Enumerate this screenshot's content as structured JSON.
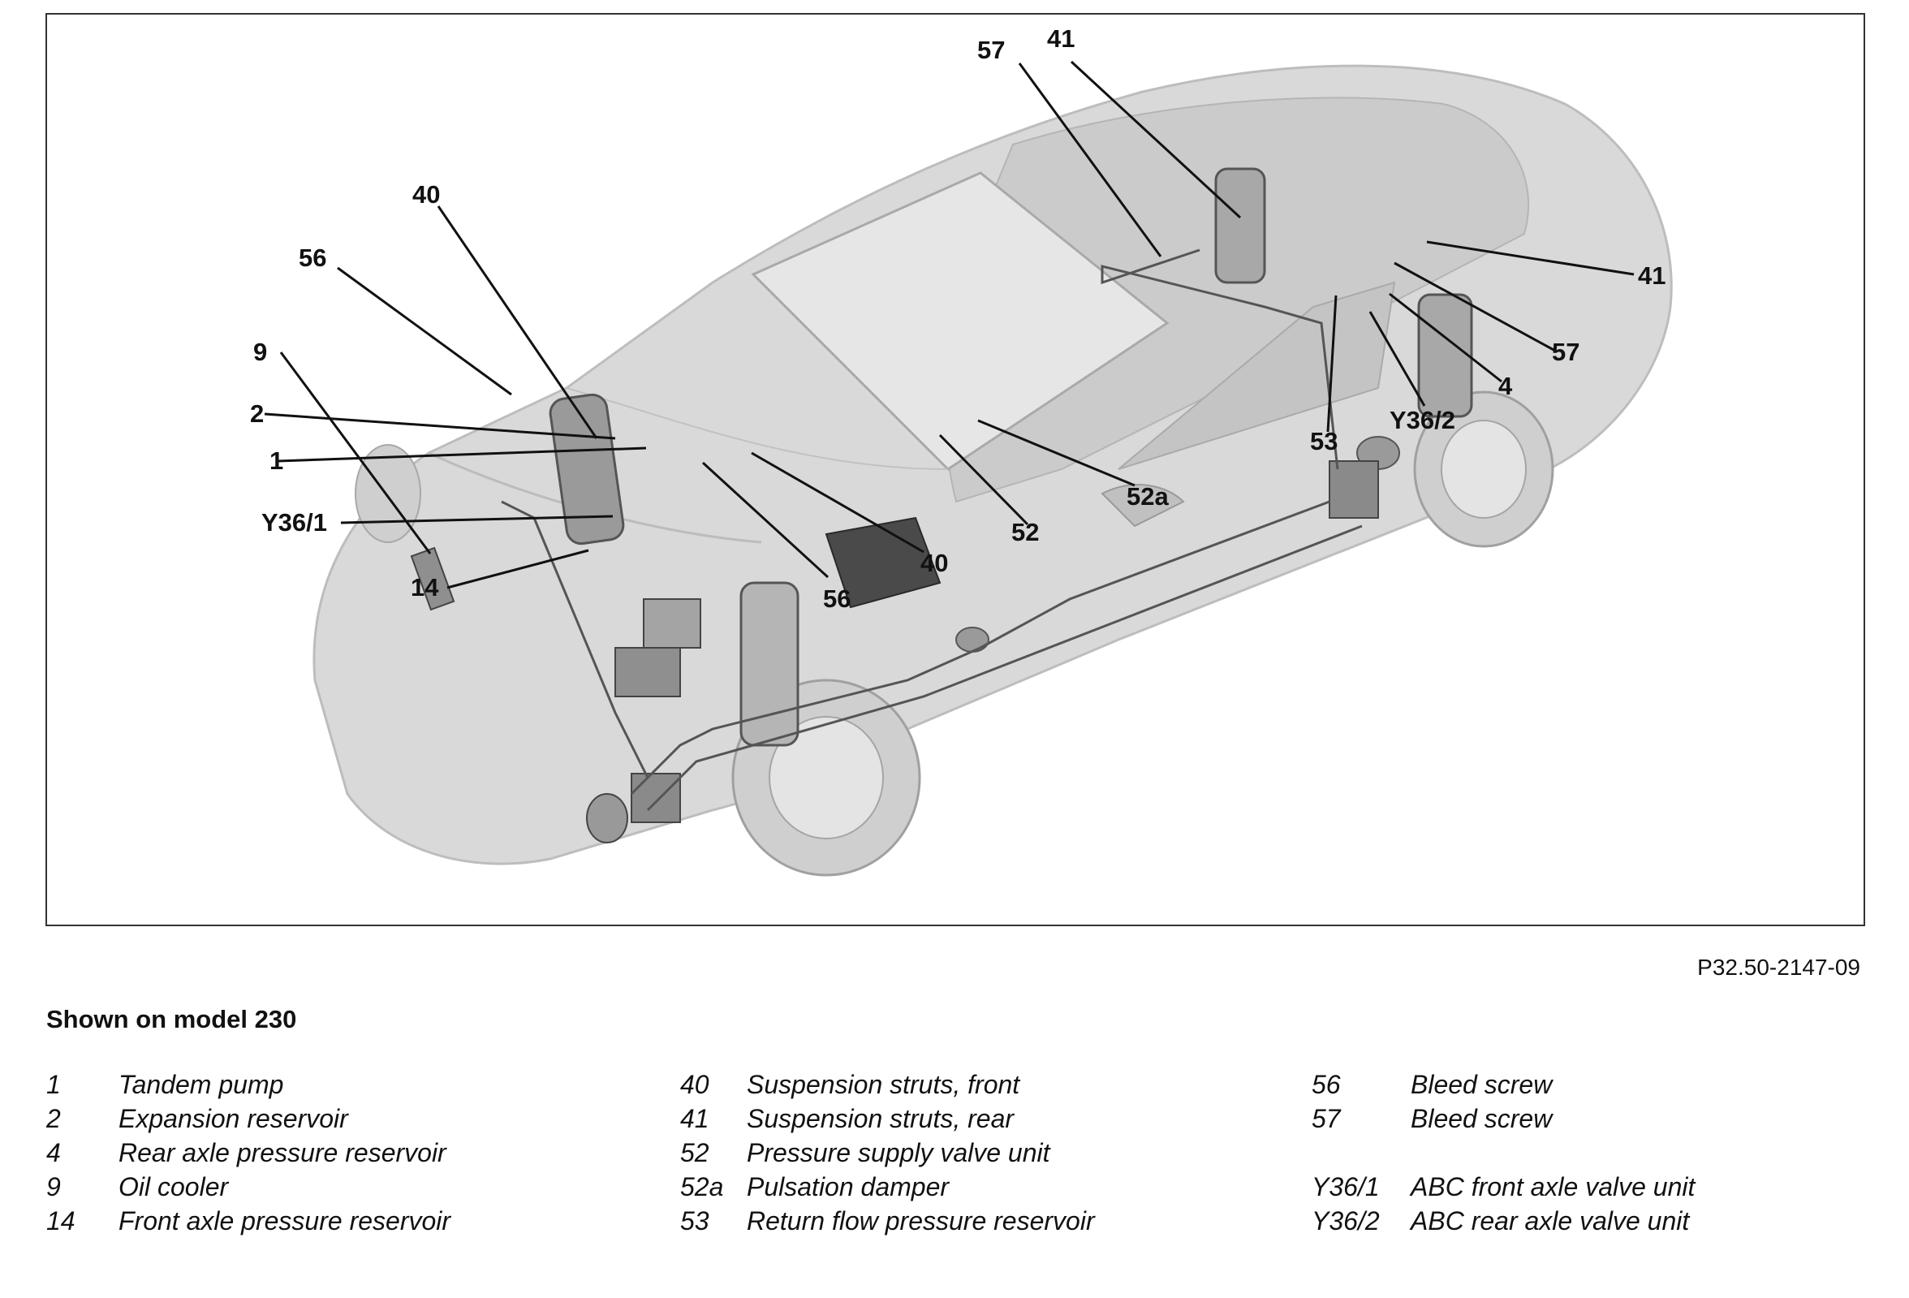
{
  "figure": {
    "callouts": [
      {
        "id": "57-top",
        "text": "57"
      },
      {
        "id": "41-top",
        "text": "41"
      },
      {
        "id": "40-left",
        "text": "40"
      },
      {
        "id": "56-left",
        "text": "56"
      },
      {
        "id": "9",
        "text": "9"
      },
      {
        "id": "2",
        "text": "2"
      },
      {
        "id": "1",
        "text": "1"
      },
      {
        "id": "y36-1",
        "text": "Y36/1"
      },
      {
        "id": "14",
        "text": "14"
      },
      {
        "id": "56-bottom",
        "text": "56"
      },
      {
        "id": "40-bottom",
        "text": "40"
      },
      {
        "id": "52",
        "text": "52"
      },
      {
        "id": "52a",
        "text": "52a"
      },
      {
        "id": "53",
        "text": "53"
      },
      {
        "id": "y36-2",
        "text": "Y36/2"
      },
      {
        "id": "4",
        "text": "4"
      },
      {
        "id": "57-right",
        "text": "57"
      },
      {
        "id": "41-right",
        "text": "41"
      }
    ],
    "code": "P32.50-2147-09"
  },
  "caption": "Shown on model 230",
  "legend": {
    "columns": [
      [
        {
          "num": "1",
          "desc": "Tandem pump"
        },
        {
          "num": "2",
          "desc": "Expansion reservoir"
        },
        {
          "num": "4",
          "desc": "Rear axle pressure reservoir"
        },
        {
          "num": "9",
          "desc": "Oil cooler"
        },
        {
          "num": "14",
          "desc": "Front axle pressure reservoir"
        }
      ],
      [
        {
          "num": "40",
          "desc": "Suspension struts, front"
        },
        {
          "num": "41",
          "desc": "Suspension struts, rear"
        },
        {
          "num": "52",
          "desc": "Pressure supply valve unit"
        },
        {
          "num": "52a",
          "desc": "Pulsation damper"
        },
        {
          "num": "53",
          "desc": "Return flow pressure reservoir"
        }
      ],
      [
        {
          "num": "56",
          "desc": "Bleed screw"
        },
        {
          "num": "57",
          "desc": "Bleed screw"
        },
        {
          "num": "",
          "desc": ""
        },
        {
          "num": "Y36/1",
          "desc": "ABC front axle valve unit"
        },
        {
          "num": "Y36/2",
          "desc": "ABC rear axle valve unit"
        }
      ]
    ]
  }
}
